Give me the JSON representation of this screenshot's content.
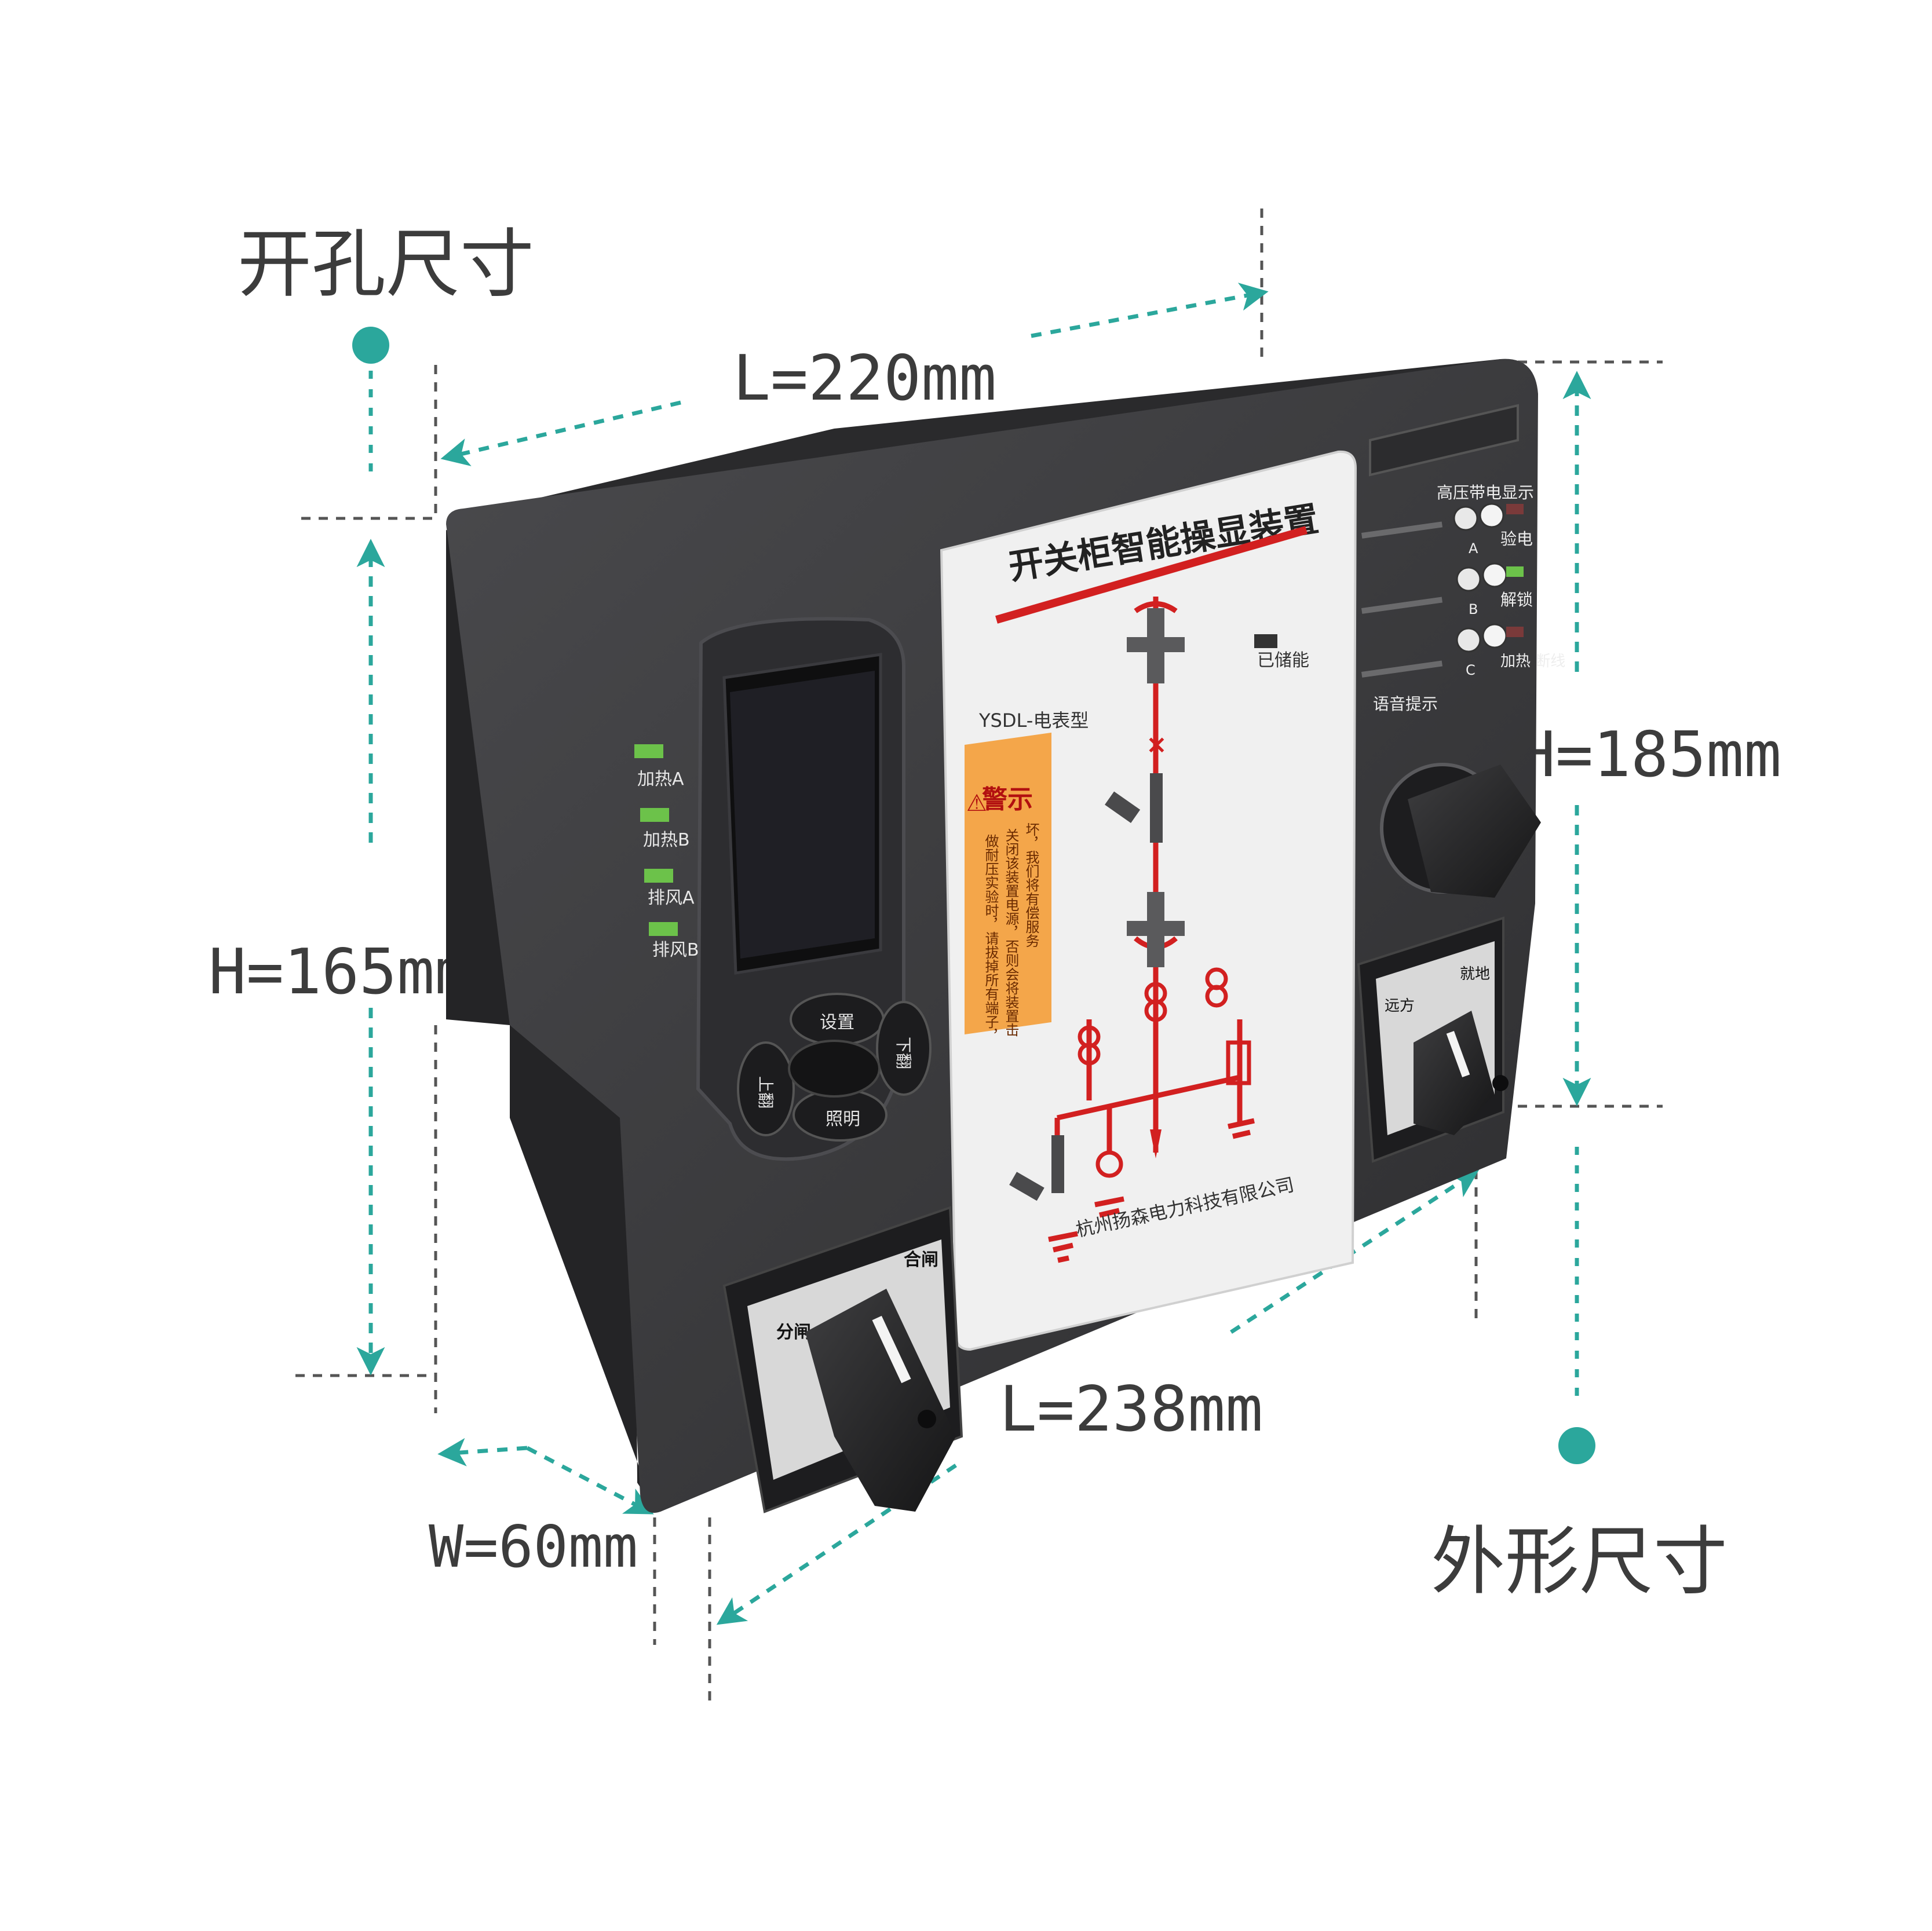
{
  "labels": {
    "cutout_title": "开孔尺寸",
    "outline_title": "外形尺寸",
    "cutout_length": "L=220mm",
    "cutout_height": "H=165mm",
    "outline_height": "H=185mm",
    "outline_length": "L=238mm",
    "depth": "W=60mm"
  },
  "device": {
    "title": "开关柜智能操显装置",
    "model": "YSDL-电表型",
    "stored_energy": "已储能",
    "company": "杭州扬森电力科技有限公司",
    "warning_title": "警示",
    "warning_lines": [
      "坏，我们将有偿服务",
      "关闭该装置电源，否则会将装置击",
      "做耐压实验时，请拔掉所有端子，"
    ],
    "left_indicators": [
      "加热A",
      "加热B",
      "排风A",
      "排风B"
    ],
    "keypad": {
      "up": "设置",
      "left": "上翻",
      "right": "下翻",
      "down": "照明"
    },
    "hv_display_title": "高压带电显示",
    "phases": [
      "A",
      "B",
      "C"
    ],
    "right_labels": [
      "验电",
      "解锁",
      "加热\n断线"
    ],
    "voice_prompt": "语音提示",
    "switch_labels": {
      "left": "分闸",
      "right": "合闸"
    },
    "right_switch_labels": {
      "left": "远方",
      "right": "就地"
    }
  },
  "colors": {
    "accent_teal": "#2ba79c",
    "device_body": "#3a3a3c",
    "panel_face": "#f0f0f0",
    "busbar_red": "#d22020",
    "warning_orange": "#f4a64a",
    "indicator_green": "#6cc24a"
  }
}
